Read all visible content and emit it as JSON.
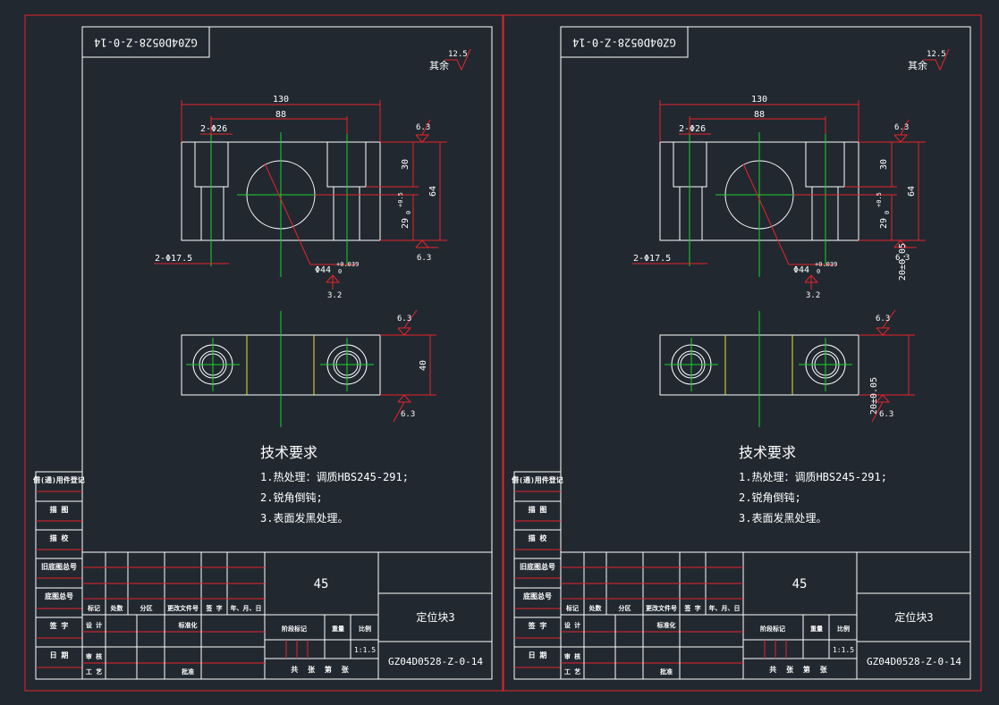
{
  "colors": {
    "background": "#212830",
    "border_red": "#e8232a",
    "line_white": "#ffffff",
    "center_green": "#19d32a",
    "edge_yellow": "#e8e230"
  },
  "sheets": [
    {
      "drawing_code": "GZ04D0528-Z-0-14",
      "roughness_rest_label": "其余",
      "roughness_rest_value": "12.5",
      "dimensions": {
        "overall_width": "130",
        "hole_spacing": "88",
        "counterbore": "2-Φ26",
        "through_hole": "2-Φ17.5",
        "bore_diameter": "Φ44",
        "bore_tolerance_upper": "+0.039",
        "bore_tolerance_lower": "0",
        "bore_roughness": "3.2",
        "top_height": "30",
        "center_height": "29",
        "center_height_tol_upper": "+0.5",
        "center_height_tol_lower": "0",
        "total_height": "64",
        "depth": "40",
        "roughness_top": "6.3",
        "roughness_bottom": "6.3",
        "roughness_plan_top": "6.3",
        "roughness_plan_bottom": "6.3",
        "plan_tol_top": "",
        "plan_tol_bottom": ""
      },
      "tech_requirements": {
        "title": "技术要求",
        "items": [
          "1.热处理：调质HBS245-291;",
          "2.锐角倒钝;",
          "3.表面发黑处理。"
        ]
      },
      "side_labels": [
        "借(通)用件登记",
        "描 图",
        "描 校",
        "旧底图总号",
        "底图总号",
        "签 字",
        "日 期"
      ],
      "title_block": {
        "material": "45",
        "part_name": "定位块3",
        "code": "GZ04D0528-Z-0-14",
        "rev_headers": [
          "标记",
          "处数",
          "分区",
          "更改文件号",
          "签 字",
          "年、月、日"
        ],
        "design": "设 计",
        "standardize": "标准化",
        "check": "审 核",
        "process": "工 艺",
        "approve": "批准",
        "stage_label": "阶段标记",
        "weight_label": "重量",
        "scale_label": "比例",
        "scale": "1:1.5",
        "sheets_text": "共 张 第 张"
      }
    },
    {
      "drawing_code": "GZ04D0528-Z-0-14",
      "roughness_rest_label": "其余",
      "roughness_rest_value": "12.5",
      "dimensions": {
        "overall_width": "130",
        "hole_spacing": "88",
        "counterbore": "2-Φ26",
        "through_hole": "2-Φ17.5",
        "bore_diameter": "Φ44",
        "bore_tolerance_upper": "+0.039",
        "bore_tolerance_lower": "0",
        "bore_roughness": "3.2",
        "top_height": "30",
        "center_height": "29",
        "center_height_tol_upper": "+0.5",
        "center_height_tol_lower": "0",
        "total_height": "64",
        "depth": "",
        "roughness_top": "6.3",
        "roughness_bottom": "6.3",
        "roughness_plan_top": "6.3",
        "roughness_plan_bottom": "6.3",
        "plan_tol_top": "20±0.05",
        "plan_tol_bottom": "20±0.05"
      },
      "tech_requirements": {
        "title": "技术要求",
        "items": [
          "1.热处理：调质HBS245-291;",
          "2.锐角倒钝;",
          "3.表面发黑处理。"
        ]
      },
      "side_labels": [
        "借(通)用件登记",
        "描 图",
        "描 校",
        "旧底图总号",
        "底图总号",
        "签 字",
        "日 期"
      ],
      "title_block": {
        "material": "45",
        "part_name": "定位块3",
        "code": "GZ04D0528-Z-0-14",
        "rev_headers": [
          "标记",
          "处数",
          "分区",
          "更改文件号",
          "签 字",
          "年、月、日"
        ],
        "design": "设 计",
        "standardize": "标准化",
        "check": "审 核",
        "process": "工 艺",
        "approve": "批准",
        "stage_label": "阶段标记",
        "weight_label": "重量",
        "scale_label": "比例",
        "scale": "1:1.5",
        "sheets_text": "共 张 第 张"
      }
    }
  ]
}
